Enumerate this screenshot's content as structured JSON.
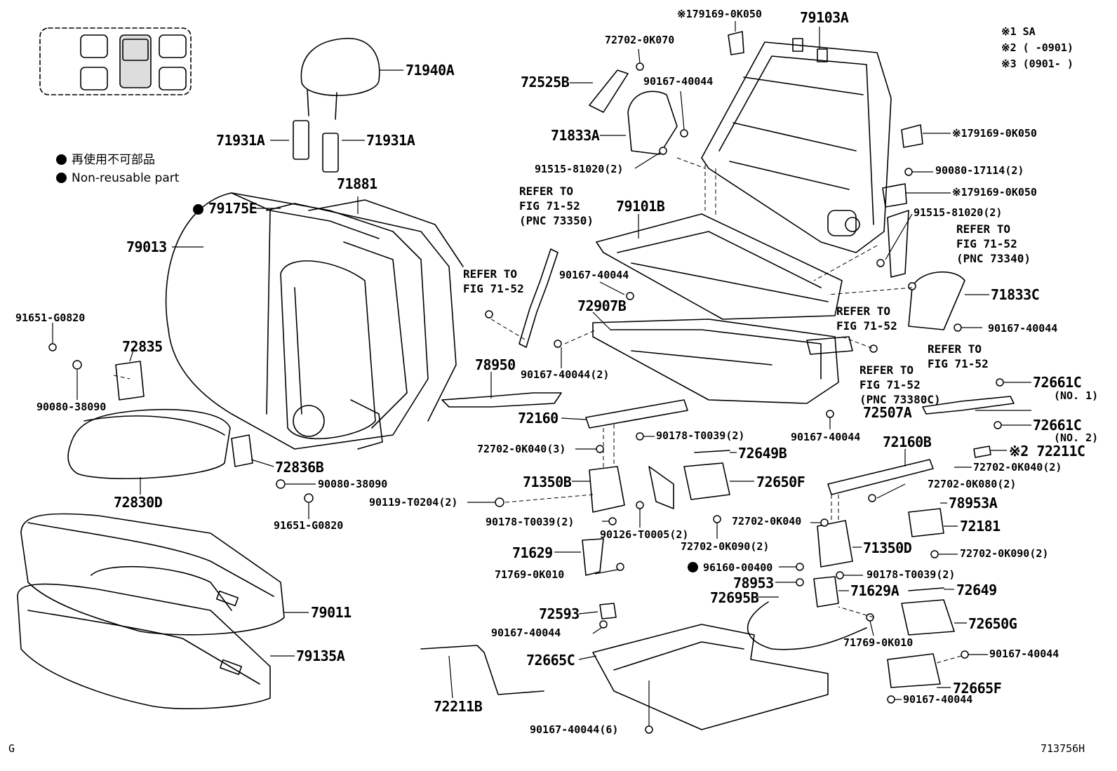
{
  "header_notes": {
    "n1": "※1 SA",
    "n2": "※2 (      -0901)",
    "n3": "※3 (0901-      )"
  },
  "legend": {
    "jp": "再使用不可部品",
    "en": "Non-reusable part"
  },
  "footer": {
    "left": "G",
    "right": "713756H"
  },
  "refs": {
    "r1": [
      "REFER TO",
      "FIG 71-52",
      "(PNC 73350)"
    ],
    "r2": [
      "REFER TO",
      "FIG 71-52"
    ],
    "r3": [
      "REFER TO",
      "FIG 71-52",
      "(PNC 73340)"
    ],
    "r4": [
      "REFER TO",
      "FIG 71-52"
    ],
    "r5": [
      "REFER TO",
      "FIG 71-52"
    ],
    "r6": [
      "REFER TO",
      "FIG 71-52",
      "(PNC 73380C)"
    ]
  },
  "parts": {
    "p71940A": "71940A",
    "p71931A_l": "71931A",
    "p71931A_r": "71931A",
    "p179169_t": "※179169-0K050",
    "p79103A": "79103A",
    "p727020K070": "72702-0K070",
    "p72525B": "72525B",
    "p9016740044_a": "90167-40044",
    "p71833A": "71833A",
    "p9151581020_a": "91515-81020(2)",
    "p179169_r1": "※179169-0K050",
    "p9008017114": "90080-17114(2)",
    "p179169_r2": "※179169-0K050",
    "p9151581020_b": "91515-81020(2)",
    "p71881": "71881",
    "p79175E": "79175E",
    "p79013": "79013",
    "p79101B": "79101B",
    "p9016740044_b": "90167-40044",
    "p72907B": "72907B",
    "p71833C": "71833C",
    "p9016740044_c": "90167-40044",
    "p91651G0820_a": "91651-G0820",
    "p72835": "72835",
    "p90080_38090_a": "90080-38090",
    "p78950": "78950",
    "p9016740044_2": "90167-40044(2)",
    "p72661C_1": "72661C",
    "no1": "(NO. 1)",
    "p72507A": "72507A",
    "p72661C_2": "72661C",
    "no2": "(NO. 2)",
    "p72160": "72160",
    "p9016740044_d": "90167-40044",
    "p72160B": "72160B",
    "p72211C": "※2 72211C",
    "p727020K040_3": "72702-0K040(3)",
    "p90178T0039_2a": "90178-T0039(2)",
    "p72649B": "72649B",
    "p727020K040_2": "72702-0K040(2)",
    "p72836B": "72836B",
    "p72830D": "72830D",
    "p90080_38090_b": "90080-38090",
    "p91651G0820_b": "91651-G0820",
    "p71350B": "71350B",
    "p72650F": "72650F",
    "p727020K080": "72702-0K080(2)",
    "p78953A": "78953A",
    "p90119T0204": "90119-T0204(2)",
    "p727020K040": "72702-0K040",
    "p72181": "72181",
    "p90178T0039_2b": "90178-T0039(2)",
    "p90126T0005": "90126-T0005(2)",
    "p727020K090_a": "72702-0K090(2)",
    "p71350D": "71350D",
    "p727020K090_b": "72702-0K090(2)",
    "p71629": "71629",
    "p96160": "96160-00400",
    "p90178T0039_2c": "90178-T0039(2)",
    "p71769_a": "71769-0K010",
    "p78953": "78953",
    "p71629A": "71629A",
    "p72649": "72649",
    "p72695B": "72695B",
    "p79011": "79011",
    "p72593": "72593",
    "p72650G": "72650G",
    "p9016740044_e": "90167-40044",
    "p71769_b": "71769-0K010",
    "p72665C": "72665C",
    "p9016740044_f": "90167-40044",
    "p79135A": "79135A",
    "p72665F": "72665F",
    "p9016740044_g": "90167-40044",
    "p72211B": "72211B",
    "p9016740044_6": "90167-40044(6)"
  }
}
